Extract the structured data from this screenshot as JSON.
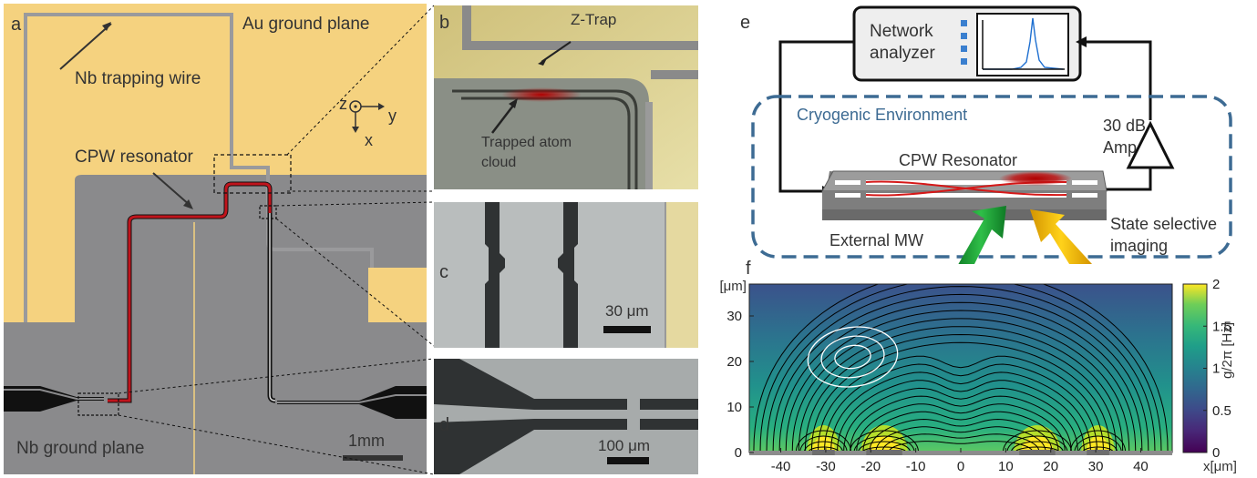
{
  "panel_a": {
    "letter": "a",
    "au_label": "Au ground plane",
    "nb_wire_label": "Nb trapping wire",
    "cpw_label": "CPW resonator",
    "nb_ground_label": "Nb ground plane",
    "scale_label": "1mm",
    "axis_z": "z",
    "axis_y": "y",
    "axis_x": "x"
  },
  "panel_b": {
    "letter": "b",
    "ztrap_label": "Z-Trap",
    "atom_label_1": "Trapped atom",
    "atom_label_2": "cloud"
  },
  "panel_c": {
    "letter": "c",
    "scale_label": "30 μm"
  },
  "panel_d": {
    "letter": "d",
    "scale_label": "100 μm"
  },
  "panel_e": {
    "letter": "e",
    "network_label_1": "Network",
    "network_label_2": "analyzer",
    "cryo_label": "Cryogenic Environment",
    "amp_label_1": "30 dB",
    "amp_label_2": "Amp",
    "cpw_label": "CPW Resonator",
    "mw_label": "External MW",
    "imaging_label_1": "State selective",
    "imaging_label_2": "imaging"
  },
  "panel_f": {
    "letter": "f"
  },
  "colors": {
    "gold": "#f5d27f",
    "nb_gray": "#8a8a8c",
    "resonator_red": "#c0141c",
    "dashed_blue": "#3d6b93",
    "green_arrow": "#22a238",
    "yellow_arrow": "#f0b400"
  },
  "chart_data": {
    "type": "heatmap",
    "title": "",
    "xlabel": "x[μm]",
    "ylabel": "z[μm]",
    "xlim": [
      -47,
      47
    ],
    "ylim": [
      0,
      37
    ],
    "xticks": [
      -40,
      -30,
      -20,
      -10,
      0,
      10,
      20,
      30,
      40
    ],
    "yticks": [
      0,
      10,
      20,
      30
    ],
    "colorbar": {
      "label": "g/2π [Hz]",
      "range": [
        0,
        2
      ],
      "ticks": [
        0,
        0.5,
        1,
        1.5,
        2
      ],
      "colormap": "viridis"
    },
    "atom_cloud_contours": {
      "center": [
        -24,
        21
      ],
      "radii_x": [
        4,
        7,
        10
      ],
      "radii_z": [
        2.5,
        4.5,
        6.5
      ]
    },
    "conductors_x_ranges": [
      [
        -33,
        -28
      ],
      [
        -21,
        -13
      ],
      [
        13,
        21
      ],
      [
        28,
        33
      ]
    ]
  }
}
